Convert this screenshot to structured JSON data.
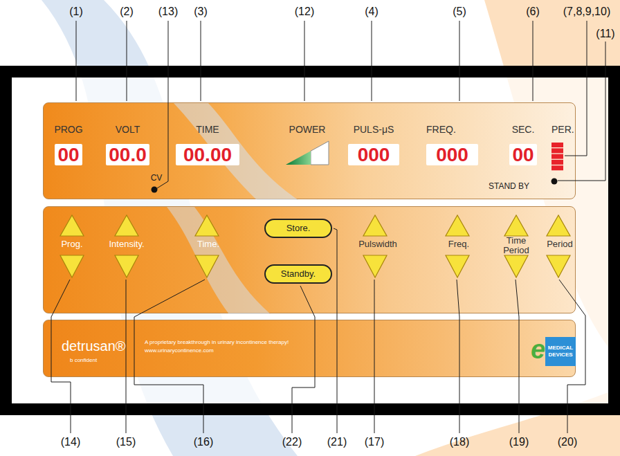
{
  "diagram": {
    "nodes": [
      {
        "text": [
          "CV",
          "STAND BY"
        ]
      },
      {
        "text": [
          "PROG",
          "00"
        ],
        "in": 0
      },
      {
        "text": [
          "VOLT",
          "00.0"
        ],
        "in": 0
      },
      {
        "text": [
          "TIME",
          "00.00"
        ],
        "in": 0
      },
      {
        "text": [
          "POWER"
        ],
        "in": 0
      },
      {
        "text": [
          "PULS-μS",
          "000"
        ],
        "in": 0
      },
      {
        "text": [
          "FREQ.",
          "000"
        ],
        "in": 0
      },
      {
        "text": [
          "SEC.",
          "00"
        ],
        "in": 0
      },
      {
        "text": [
          "PER."
        ],
        "in": 0
      },
      {
        "text": [
          "Prog.",
          "Intensity.",
          "Time.",
          "Pulswidth",
          "Freq.",
          "Time Period",
          "Period"
        ]
      },
      {
        "text": [
          "Store."
        ],
        "in": 9
      },
      {
        "text": [
          "Standby."
        ],
        "in": 9
      },
      {
        "text": [
          "detrusan®",
          "b confident",
          "A proprietary breakthrough in urinary incontinence therapy!",
          "www.urinarycontinence.com"
        ]
      },
      {
        "text": [
          "e",
          "MEDICAL DEVICES"
        ],
        "in": 12
      }
    ],
    "labels": [
      "(1)",
      "(2)",
      "(13)",
      "(3)",
      "(12)",
      "(4)",
      "(5)",
      "(6)",
      "(7,8,9,10)",
      "(11)",
      "(14)",
      "(15)",
      "(16)",
      "(22)",
      "(21)",
      "(17)",
      "(18)",
      "(19)",
      "(20)"
    ]
  }
}
